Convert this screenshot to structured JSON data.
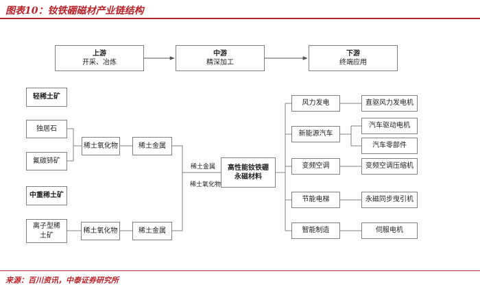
{
  "header": {
    "title": "图表10：钕铁硼磁材产业链结构"
  },
  "stages": {
    "upstream": {
      "name": "上游",
      "desc": "开采、冶炼"
    },
    "midstream": {
      "name": "中游",
      "desc": "精深加工"
    },
    "downstream": {
      "name": "下游",
      "desc": "终端应用"
    }
  },
  "light": {
    "category": "轻稀土矿",
    "ore1": "独居石",
    "ore2": "氟碳铈矿",
    "oxide": "稀土氧化物",
    "metal": "稀土金属"
  },
  "heavy": {
    "category": "中重稀土矿",
    "ore": "离子型稀土矿",
    "oxide": "稀土氧化物",
    "metal": "稀土金属"
  },
  "center": {
    "magnet": "高性能钕铁硼永磁材料",
    "input1": "稀土金属",
    "input2": "稀土氧化物"
  },
  "applications": [
    {
      "sector": "风力发电",
      "products": [
        "直驱风力发电机"
      ]
    },
    {
      "sector": "新能源汽车",
      "products": [
        "汽车驱动电机",
        "汽车零部件"
      ]
    },
    {
      "sector": "变频空调",
      "products": [
        "变频空调压缩机"
      ]
    },
    {
      "sector": "节能电梯",
      "products": [
        "永磁同步曳引机"
      ]
    },
    {
      "sector": "智能制造",
      "products": [
        "伺服电机"
      ]
    }
  ],
  "footer": {
    "source": "来源：百川资讯，中泰证券研究所"
  }
}
